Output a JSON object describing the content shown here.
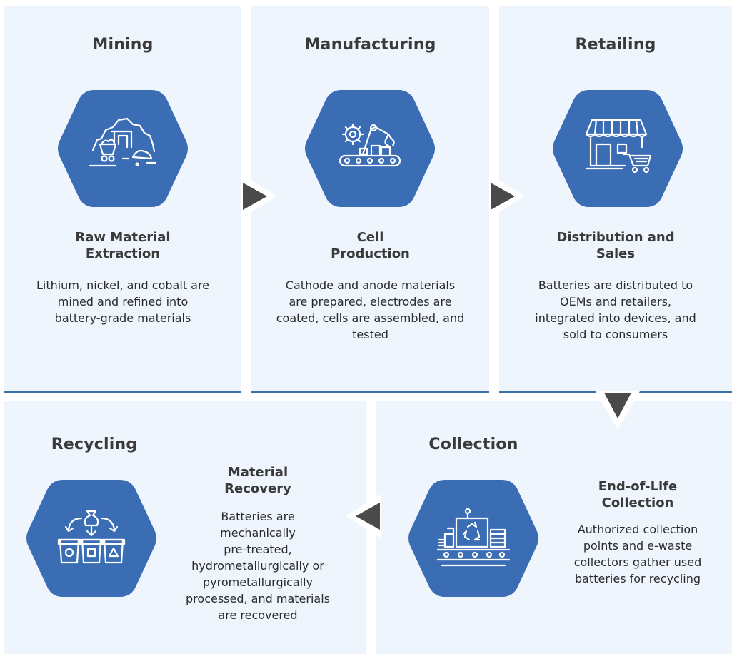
{
  "stages": {
    "mining": {
      "title": "Mining",
      "subtitle_line1": "Raw Material",
      "subtitle_line2": "Extraction",
      "desc_lines": [
        "Lithium, nickel, and cobalt are",
        "mined and refined into",
        "battery-grade materials"
      ],
      "icon": "mine-icon"
    },
    "manufacturing": {
      "title": "Manufacturing",
      "subtitle_line1": "Cell",
      "subtitle_line2": "Production",
      "desc_lines": [
        "Cathode and anode materials",
        "are prepared, electrodes are",
        "coated, cells are assembled, and",
        "tested"
      ],
      "icon": "robot-arm-conveyor-icon"
    },
    "retailing": {
      "title": "Retailing",
      "subtitle_line1": "Distribution and",
      "subtitle_line2": "Sales",
      "desc_lines": [
        "Batteries are distributed to",
        "OEMs and retailers,",
        "integrated into devices, and",
        "sold to consumers"
      ],
      "icon": "storefront-cart-icon"
    },
    "collection": {
      "title": "Collection",
      "subtitle_line1": "End-of-Life",
      "subtitle_line2": "Collection",
      "desc_lines": [
        "Authorized collection",
        "points and e-waste",
        "collectors gather used",
        "batteries for recycling"
      ],
      "icon": "recycling-conveyor-icon"
    },
    "recycling": {
      "title": "Recycling",
      "subtitle_line1": "Material",
      "subtitle_line2": "Recovery",
      "desc_lines": [
        "Batteries are",
        "mechanically",
        "pre-treated,",
        "hydrometallurgically or",
        "pyrometallurgically",
        "processed, and materials",
        "are recovered"
      ],
      "icon": "sorting-bins-icon"
    }
  },
  "colors": {
    "panel": "#eef5fc",
    "hexagon": "#3b6db5",
    "arrow": "#4a4a4a",
    "underline": "#3d6fa8"
  }
}
